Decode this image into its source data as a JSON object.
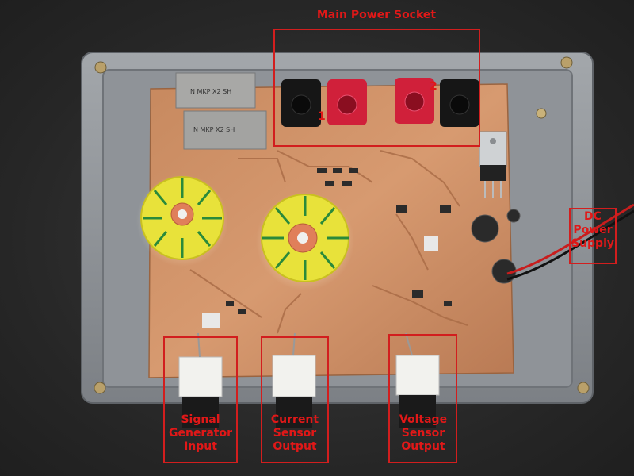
{
  "labels": {
    "main_power_socket": "Main Power Socket",
    "socket_1": "1",
    "socket_2": "2",
    "dc_power_supply": [
      "DC",
      "Power",
      "Supply"
    ],
    "signal_generator_input": [
      "Signal",
      "Generator",
      "Input"
    ],
    "current_sensor_output": [
      "Current",
      "Sensor",
      "Output"
    ],
    "voltage_sensor_output": [
      "Voltage",
      "Sensor",
      "Output"
    ]
  },
  "colors": {
    "annotation": "#d21e1e",
    "enclosure": "#8d9196",
    "pcb_copper": "#c98a62",
    "toroid_yellow": "#e8e23a",
    "toroid_wire": "#2a8a3a",
    "socket_red": "#d0203a",
    "socket_black": "#161616",
    "bnc_white": "#f2f2ee"
  },
  "component_markings": {
    "capacitor_top": "N  MKP X2 SH",
    "capacitor_bottom": "N  MKP X2 SH"
  }
}
